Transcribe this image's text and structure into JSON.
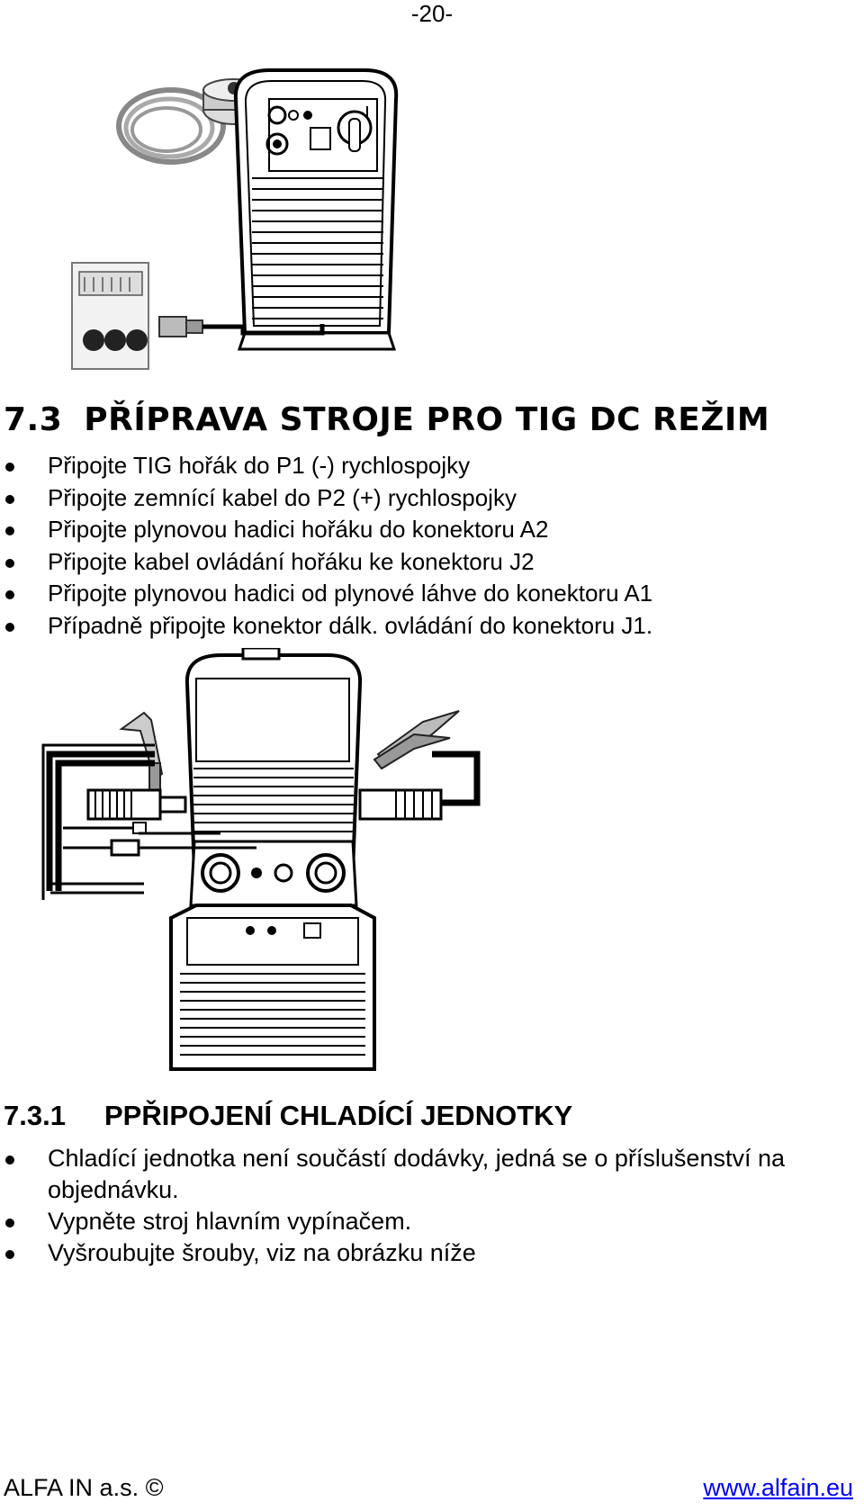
{
  "page_number": "-20-",
  "section": {
    "number": "7.3",
    "title": "PŘÍPRAVA STROJE PRO TIG DC REŽIM",
    "items": [
      "Připojte TIG hořák do P1 (-) rychlospojky",
      "Připojte zemnící kabel do P2 (+) rychlospojky",
      "Připojte plynovou hadici hořáku do konektoru A2",
      "Připojte kabel ovládání hořáku ke konektoru J2",
      "Připojte plynovou hadici od plynové láhve do konektoru A1",
      "Případně připojte konektor dálk. ovládání do konektoru J1."
    ]
  },
  "subsection": {
    "number": "7.3.1",
    "title": "PPŘIPOJENÍ CHLADÍCÍ JEDNOTKY",
    "items": [
      "Chladící jednotka není součástí dodávky, jedná se o příslušenství na objednávku.",
      "Vypněte stroj hlavním vypínačem.",
      "Vyšroubujte šrouby, viz na obrázku níže"
    ]
  },
  "footer": {
    "left": "ALFA IN a.s. ©",
    "right": "www.alfain.eu"
  }
}
